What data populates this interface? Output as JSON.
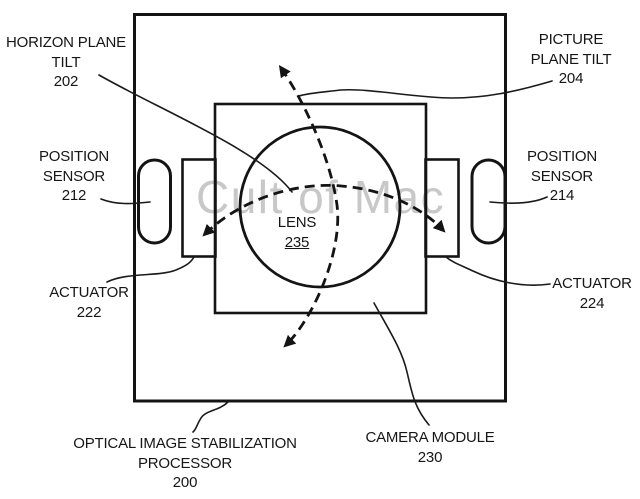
{
  "watermark": "Cult of Mac",
  "labels": {
    "horizon_plane_tilt": {
      "lines": [
        "HORIZON PLANE",
        "TILT"
      ],
      "ref": "202"
    },
    "picture_plane_tilt": {
      "lines": [
        "PICTURE",
        "PLANE TILT"
      ],
      "ref": "204"
    },
    "position_sensor_left": {
      "lines": [
        "POSITION",
        "SENSOR"
      ],
      "ref": "212"
    },
    "position_sensor_right": {
      "lines": [
        "POSITION",
        "SENSOR"
      ],
      "ref": "214"
    },
    "actuator_left": {
      "lines": [
        "ACTUATOR"
      ],
      "ref": "222"
    },
    "actuator_right": {
      "lines": [
        "ACTUATOR"
      ],
      "ref": "224"
    },
    "lens": {
      "lines": [
        "LENS"
      ],
      "ref": "235"
    },
    "camera_module": {
      "lines": [
        "CAMERA MODULE"
      ],
      "ref": "230"
    },
    "ois_processor": {
      "lines": [
        "OPTICAL IMAGE STABILIZATION",
        "PROCESSOR"
      ],
      "ref": "200"
    }
  },
  "colors": {
    "line": "#141414",
    "text": "#161616",
    "watermark": "#c8c8c8",
    "background": "#ffffff"
  }
}
